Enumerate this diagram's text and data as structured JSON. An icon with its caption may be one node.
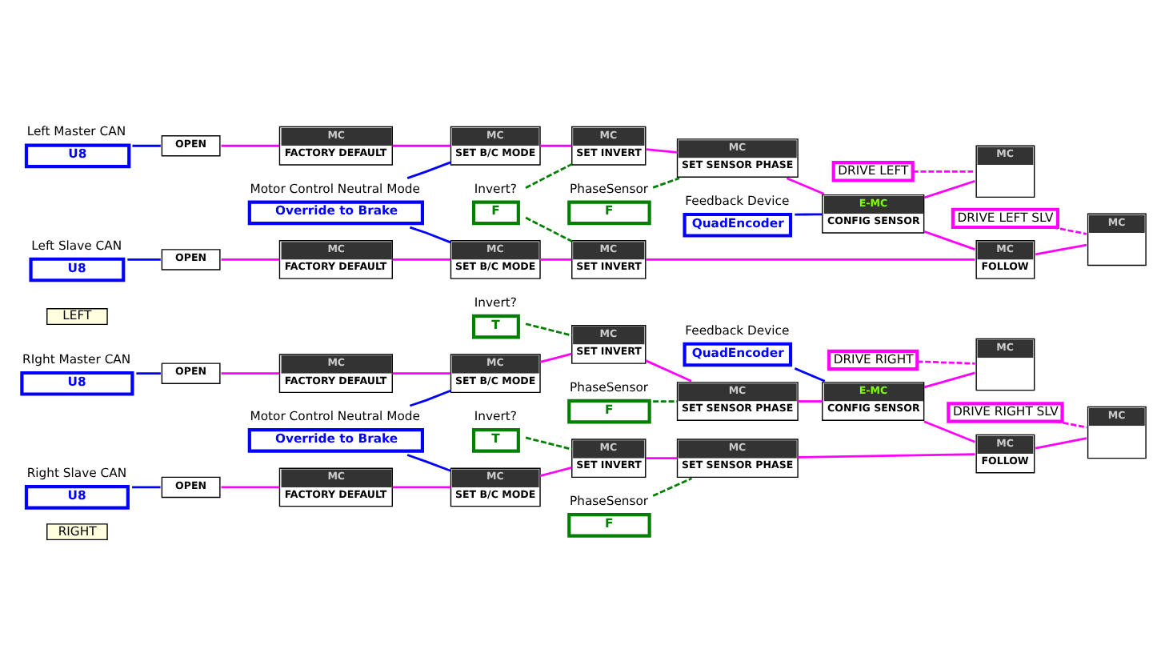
{
  "diagram": {
    "nodes": [
      {
        "text": [
          "RIGHT"
        ]
      },
      {
        "text": [
          "Motor Control Neutral Mode",
          "Override to Brake"
        ]
      },
      {
        "text": [
          "RIght Master CAN",
          "U8"
        ]
      },
      {
        "text": [
          "Feedback Device",
          "QuadEncoder"
        ]
      },
      {
        "text": [
          "Invert?",
          "T"
        ]
      },
      {
        "text": [
          "PhaseSensor",
          "F"
        ]
      },
      {
        "text": [
          "OPEN"
        ]
      },
      {
        "text": [
          "MC",
          "FACTORY DEFAULT"
        ]
      },
      {
        "text": [
          "MC",
          "SET B/C MODE"
        ]
      },
      {
        "text": [
          "MC",
          "SET INVERT"
        ]
      },
      {
        "text": [
          "MC",
          "SET SENSOR PHASE"
        ]
      },
      {
        "text": [
          "E-MC",
          "CONFIG SENSOR"
        ]
      },
      {
        "text": [
          "DRIVE RIGHT"
        ]
      },
      {
        "text": [
          "MC"
        ]
      },
      {
        "text": [
          "Right Slave CAN",
          "U8"
        ]
      },
      {
        "text": [
          "Invert?",
          "T"
        ]
      },
      {
        "text": [
          "PhaseSensor",
          "F"
        ]
      },
      {
        "text": [
          "OPEN"
        ]
      },
      {
        "text": [
          "MC",
          "FACTORY DEFAULT"
        ]
      },
      {
        "text": [
          "MC",
          "SET B/C MODE"
        ]
      },
      {
        "text": [
          "MC",
          "SET INVERT"
        ]
      },
      {
        "text": [
          "MC",
          "SET SENSOR PHASE"
        ]
      },
      {
        "text": [
          "MC",
          "FOLLOW"
        ]
      },
      {
        "text": [
          "DRIVE RIGHT SLV"
        ]
      },
      {
        "text": [
          "MC"
        ]
      },
      {
        "text": [
          "LEFT"
        ]
      },
      {
        "text": [
          "Motor Control Neutral Mode",
          "Override to Brake"
        ]
      },
      {
        "text": [
          "Feedback Device",
          "QuadEncoder"
        ]
      },
      {
        "text": [
          "Invert?",
          "F"
        ]
      },
      {
        "text": [
          "PhaseSensor",
          "F"
        ]
      },
      {
        "text": [
          "Left Master CAN",
          "U8"
        ]
      },
      {
        "text": [
          "OPEN"
        ]
      },
      {
        "text": [
          "MC",
          "FACTORY DEFAULT"
        ]
      },
      {
        "text": [
          "MC",
          "SET B/C MODE"
        ]
      },
      {
        "text": [
          "MC",
          "SET INVERT"
        ]
      },
      {
        "text": [
          "MC",
          "SET SENSOR PHASE"
        ]
      },
      {
        "text": [
          "E-MC",
          "CONFIG SENSOR"
        ]
      },
      {
        "text": [
          "DRIVE LEFT"
        ]
      },
      {
        "text": [
          "MC"
        ]
      },
      {
        "text": [
          "Left Slave CAN",
          "U8"
        ]
      },
      {
        "text": [
          "OPEN"
        ]
      },
      {
        "text": [
          "MC",
          "FACTORY DEFAULT"
        ]
      },
      {
        "text": [
          "MC",
          "SET B/C MODE"
        ]
      },
      {
        "text": [
          "MC",
          "SET INVERT"
        ]
      },
      {
        "text": [
          "MC",
          "FOLLOW"
        ]
      },
      {
        "text": [
          "DRIVE LEFT SLV"
        ]
      },
      {
        "text": [
          "MC"
        ]
      }
    ],
    "edges": [
      {
        "from": 2,
        "to": 6,
        "arrow": "none",
        "color": "#0000ff"
      },
      {
        "from": 6,
        "to": 7,
        "arrow": "none"
      },
      {
        "from": 7,
        "to": 8,
        "arrow": "none"
      },
      {
        "from": 8,
        "to": 9,
        "arrow": "none"
      },
      {
        "from": 9,
        "to": 10,
        "arrow": "none"
      },
      {
        "from": 10,
        "to": 11,
        "arrow": "none"
      },
      {
        "from": 11,
        "to": 13,
        "arrow": "none"
      },
      {
        "from": 1,
        "to": 8,
        "arrow": "none",
        "color": "#0000ff"
      },
      {
        "from": 1,
        "to": 19,
        "arrow": "none",
        "color": "#0000ff"
      },
      {
        "from": 3,
        "to": 11,
        "arrow": "none",
        "color": "#0000ff"
      },
      {
        "from": 4,
        "to": 9,
        "arrow": "none",
        "style": "dashed",
        "color": "#008000"
      },
      {
        "from": 5,
        "to": 10,
        "arrow": "none",
        "style": "dashed",
        "color": "#008000"
      },
      {
        "from": 12,
        "to": 13,
        "arrow": "none",
        "style": "dashed"
      },
      {
        "from": 14,
        "to": 17,
        "arrow": "none",
        "color": "#0000ff"
      },
      {
        "from": 17,
        "to": 18,
        "arrow": "none"
      },
      {
        "from": 18,
        "to": 19,
        "arrow": "none"
      },
      {
        "from": 19,
        "to": 20,
        "arrow": "none"
      },
      {
        "from": 20,
        "to": 21,
        "arrow": "none"
      },
      {
        "from": 21,
        "to": 22,
        "arrow": "none"
      },
      {
        "from": 22,
        "to": 24,
        "arrow": "none"
      },
      {
        "from": 15,
        "to": 20,
        "arrow": "none",
        "style": "dashed",
        "color": "#008000"
      },
      {
        "from": 16,
        "to": 21,
        "arrow": "none",
        "style": "dashed",
        "color": "#008000"
      },
      {
        "from": 11,
        "to": 22,
        "arrow": "none"
      },
      {
        "from": 23,
        "to": 24,
        "arrow": "none",
        "style": "dashed"
      },
      {
        "from": 30,
        "to": 31,
        "arrow": "none",
        "color": "#0000ff"
      },
      {
        "from": 31,
        "to": 32,
        "arrow": "none"
      },
      {
        "from": 32,
        "to": 33,
        "arrow": "none"
      },
      {
        "from": 33,
        "to": 34,
        "arrow": "none"
      },
      {
        "from": 34,
        "to": 35,
        "arrow": "none"
      },
      {
        "from": 35,
        "to": 36,
        "arrow": "none"
      },
      {
        "from": 36,
        "to": 38,
        "arrow": "none"
      },
      {
        "from": 26,
        "to": 33,
        "arrow": "none",
        "color": "#0000ff"
      },
      {
        "from": 26,
        "to": 42,
        "arrow": "none",
        "color": "#0000ff"
      },
      {
        "from": 27,
        "to": 36,
        "arrow": "none",
        "color": "#0000ff"
      },
      {
        "from": 28,
        "to": 34,
        "arrow": "none",
        "style": "dashed",
        "color": "#008000"
      },
      {
        "from": 28,
        "to": 43,
        "arrow": "none",
        "style": "dashed",
        "color": "#008000"
      },
      {
        "from": 29,
        "to": 35,
        "arrow": "none",
        "style": "dashed",
        "color": "#008000"
      },
      {
        "from": 37,
        "to": 38,
        "arrow": "none",
        "style": "dashed"
      },
      {
        "from": 39,
        "to": 40,
        "arrow": "none",
        "color": "#0000ff"
      },
      {
        "from": 40,
        "to": 41,
        "arrow": "none"
      },
      {
        "from": 41,
        "to": 42,
        "arrow": "none"
      },
      {
        "from": 42,
        "to": 43,
        "arrow": "none"
      },
      {
        "from": 43,
        "to": 44,
        "arrow": "none"
      },
      {
        "from": 44,
        "to": 46,
        "arrow": "none"
      },
      {
        "from": 36,
        "to": 44,
        "arrow": "none"
      },
      {
        "from": 45,
        "to": 46,
        "arrow": "none",
        "style": "dashed"
      }
    ]
  }
}
